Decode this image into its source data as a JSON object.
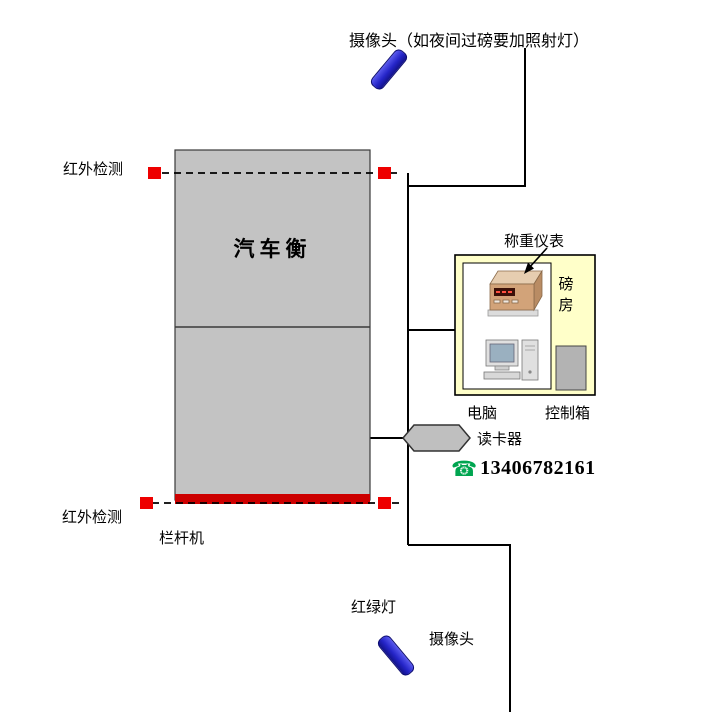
{
  "colors": {
    "camera_blue": "#2525c8",
    "sensor_red": "#ee0000",
    "barrier_red": "#cc0000",
    "scale_gray": "#c3c3c3",
    "room_yellow": "#ffffc9",
    "phone_green": "#00a550",
    "line_black": "#000000",
    "reader_gray": "#bfbfbf",
    "control_gray": "#b3b3b3"
  },
  "icons": {
    "phone": "☎"
  },
  "diagram": {
    "camera_top_label": "摄像头（如夜间过磅要加照射灯）",
    "infrared_top": "红外检测",
    "infrared_bottom": "红外检测",
    "truck_scale": "汽车衡",
    "barrier_machine": "栏杆机",
    "weighing_indicator": "称重仪表",
    "weigh_room": "磅房",
    "computer": "电脑",
    "control_box": "控制箱",
    "card_reader": "读卡器",
    "phone_number": "13406782161",
    "traffic_light": "红绿灯",
    "camera_bottom_label": "摄像头"
  }
}
